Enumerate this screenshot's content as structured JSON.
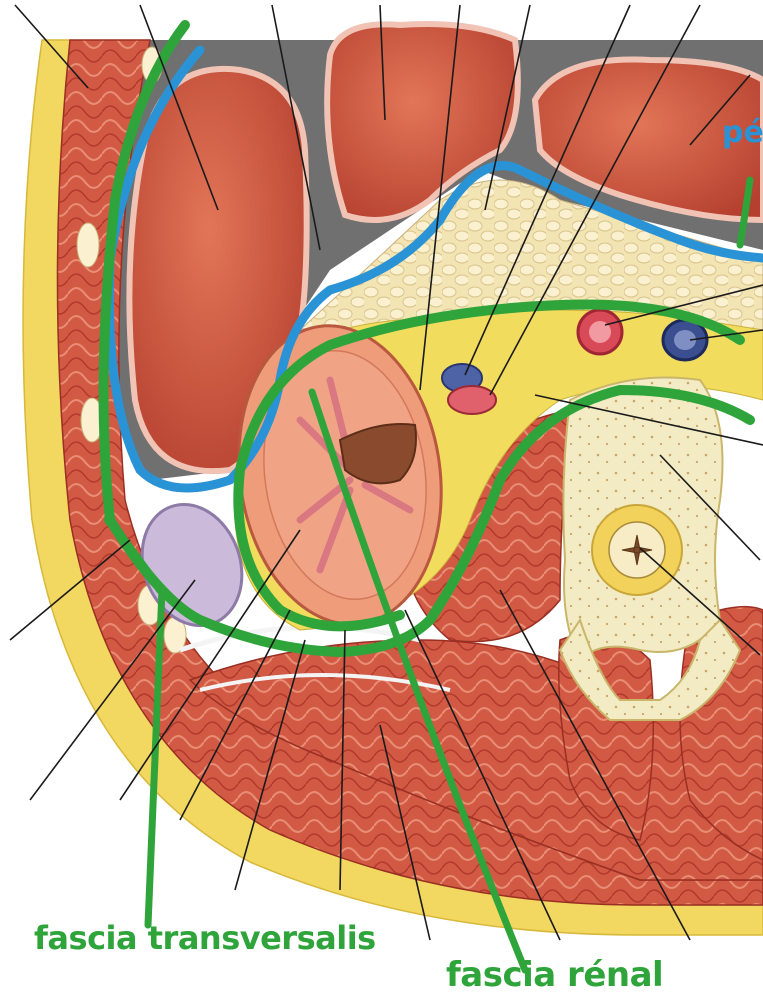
{
  "labels": {
    "peritoneum": "pé",
    "fascia_transversalis": "fascia transversalis",
    "fascia_renal": "fascia rénal"
  },
  "colors": {
    "fascia_green": "#2ea43a",
    "peritoneum_blue": "#2a93d5",
    "muscle_red": "#c9453a",
    "muscle_light": "#e8866a",
    "fat_yellow": "#f3df62",
    "fat_cream": "#f5e3b2",
    "bone": "#efe6b8",
    "kidney": "#ed9a78",
    "spleen_purple": "#c9b8d9",
    "cavity_gray": "#6c6c6c",
    "leader_line": "#1a1a1a"
  },
  "icons": {
    "vertebra": "vertebra-icon",
    "kidney": "kidney-icon"
  }
}
